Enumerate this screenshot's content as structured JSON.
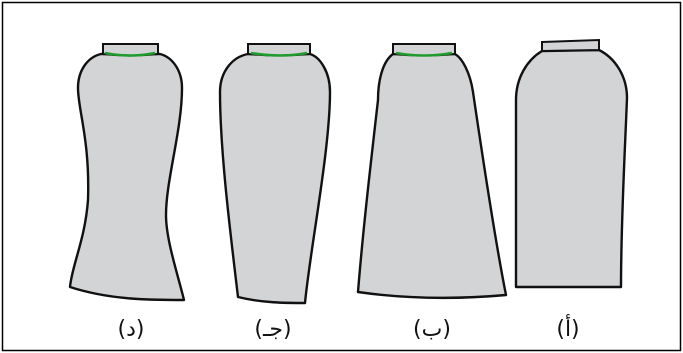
{
  "panels": [
    {
      "key": "d",
      "label": "(د)",
      "waist_highlight": true
    },
    {
      "key": "c",
      "label": "(جـ)",
      "waist_highlight": true
    },
    {
      "key": "b",
      "label": "(ب)",
      "waist_highlight": true
    },
    {
      "key": "a",
      "label": "(أ)",
      "waist_highlight": false
    }
  ],
  "colors": {
    "skirt_fill": "#d3d4d6",
    "outline": "#111111",
    "waist_highlight": "#1e9c2c",
    "frame": "#000000"
  }
}
